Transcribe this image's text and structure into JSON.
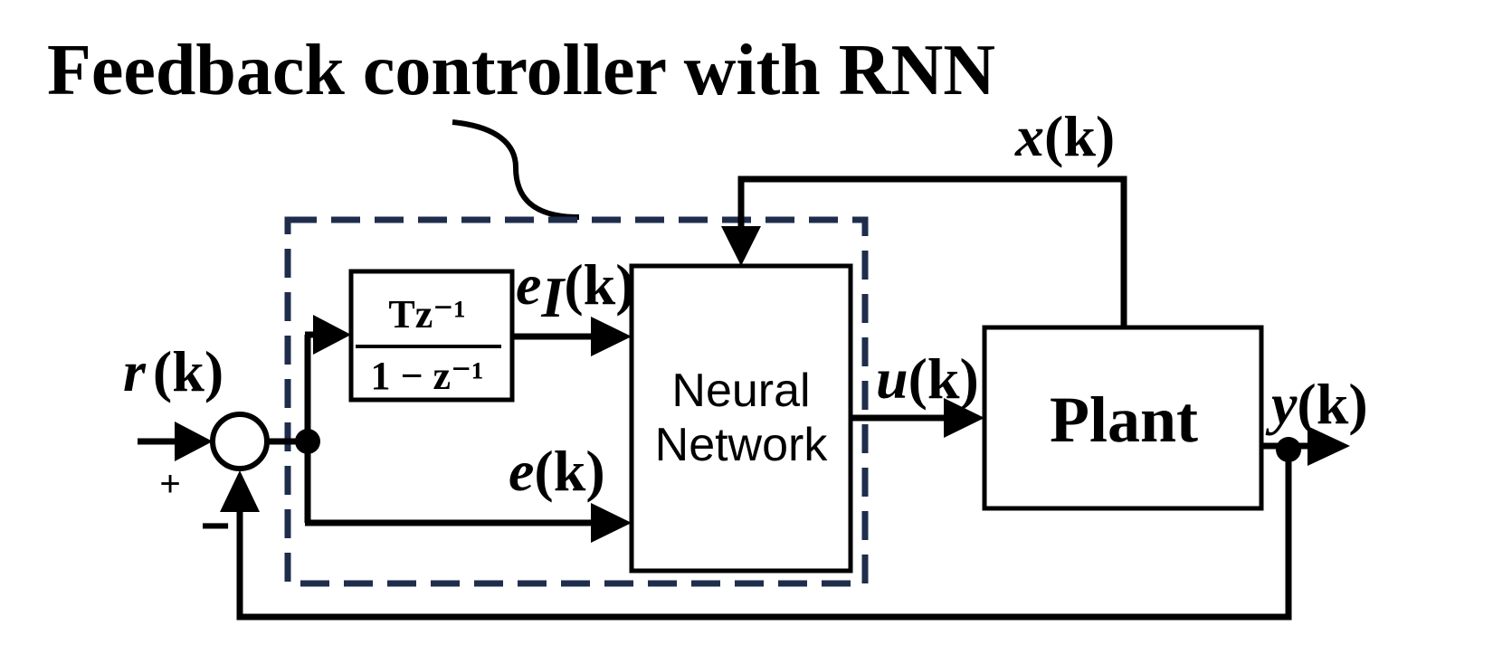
{
  "title": "Feedback controller with RNN",
  "blocks": {
    "integrator": {
      "numerator": "Tz⁻¹",
      "denominator": "1 − z⁻¹"
    },
    "neural_network": {
      "line1": "Neural",
      "line2": "Network"
    },
    "plant": {
      "label": "Plant"
    }
  },
  "signals": {
    "r": {
      "sym": "r",
      "arg": "(k)"
    },
    "e_I": {
      "sym": "e",
      "sub": "I",
      "arg": "(k)"
    },
    "e": {
      "sym": "e",
      "arg": "(k)"
    },
    "u": {
      "sym": "u",
      "arg": "(k)"
    },
    "y": {
      "sym": "y",
      "arg": "(k)"
    },
    "x": {
      "sym": "x",
      "arg": "(k)"
    }
  },
  "summing_junction": {
    "plus": "+",
    "minus": "−"
  },
  "colors": {
    "lines": "#000000",
    "controller_border": "#1f2d4d",
    "background": "#ffffff"
  }
}
